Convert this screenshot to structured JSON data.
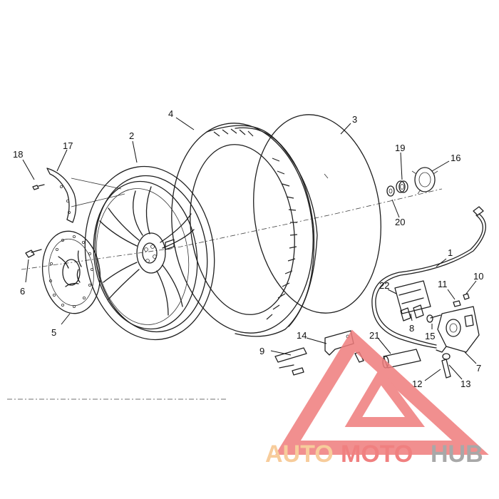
{
  "callouts": [
    {
      "id": "c1",
      "label": "1"
    },
    {
      "id": "c2",
      "label": "2"
    },
    {
      "id": "c3",
      "label": "3"
    },
    {
      "id": "c4",
      "label": "4"
    },
    {
      "id": "c5",
      "label": "5"
    },
    {
      "id": "c6",
      "label": "6"
    },
    {
      "id": "c7",
      "label": "7"
    },
    {
      "id": "c8",
      "label": "8"
    },
    {
      "id": "c9",
      "label": "9"
    },
    {
      "id": "c10",
      "label": "10"
    },
    {
      "id": "c11",
      "label": "11"
    },
    {
      "id": "c12",
      "label": "12"
    },
    {
      "id": "c13",
      "label": "13"
    },
    {
      "id": "c14",
      "label": "14"
    },
    {
      "id": "c15",
      "label": "15"
    },
    {
      "id": "c16",
      "label": "16"
    },
    {
      "id": "c17",
      "label": "17"
    },
    {
      "id": "c18",
      "label": "18"
    },
    {
      "id": "c19",
      "label": "19"
    },
    {
      "id": "c20",
      "label": "20"
    },
    {
      "id": "c21",
      "label": "21"
    },
    {
      "id": "c22",
      "label": "22"
    }
  ],
  "watermark": {
    "part1": "AUTO",
    "part2": "MOTO",
    "part3": "HUB",
    "color_part1": "#f6c48a",
    "color_part2": "#ee6b6b",
    "color_part3": "#9a9a9a",
    "color_triangle": "#ef7c7c"
  }
}
